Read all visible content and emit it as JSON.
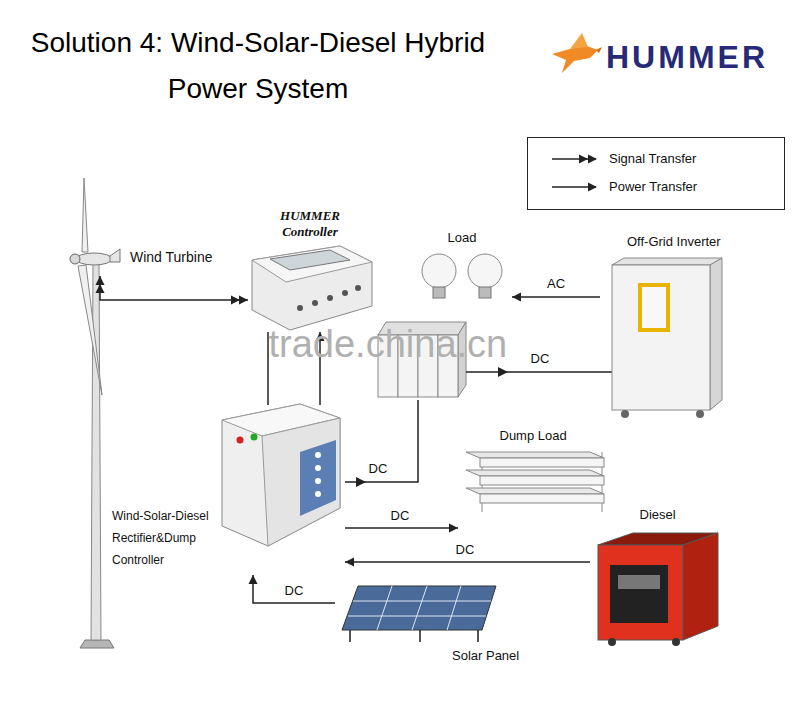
{
  "diagram": {
    "title": "Solution 4: Wind-Solar-Diesel Hybrid Power System",
    "nodes": [
      {
        "text": [
          "Wind Turbine"
        ]
      },
      {
        "text": [
          "HUMMER Controller"
        ]
      },
      {
        "text": [
          "Load"
        ]
      },
      {
        "text": [
          "Off-Grid Inverter"
        ]
      },
      {
        "text": [
          "Wind-Solar-Diesel Rectifier&Dump Controller"
        ]
      },
      {
        "text": [
          "Dump Load"
        ]
      },
      {
        "text": [
          "Diesel"
        ]
      },
      {
        "text": [
          "Solar Panel"
        ]
      }
    ],
    "edges": [
      {
        "from": 0,
        "to": 1,
        "arrow": "both"
      },
      {
        "from": 4,
        "to": 1,
        "arrow": "to"
      },
      {
        "from": 1,
        "to": 4,
        "arrow": "none"
      },
      {
        "from": 3,
        "to": 2,
        "label": "AC",
        "arrow": "to"
      },
      {
        "from": 4,
        "to": 5,
        "label": "DC",
        "arrow": "to"
      },
      {
        "from": 6,
        "to": 4,
        "label": "DC",
        "arrow": "to"
      },
      {
        "from": 7,
        "to": 4,
        "label": "DC",
        "arrow": "to"
      }
    ],
    "labels": [
      "HUMMER",
      "trade.china.cn",
      "DC",
      "DC"
    ],
    "legend": [
      {
        "text": "Signal Transfer"
      },
      {
        "text": "Power Transfer"
      }
    ]
  }
}
